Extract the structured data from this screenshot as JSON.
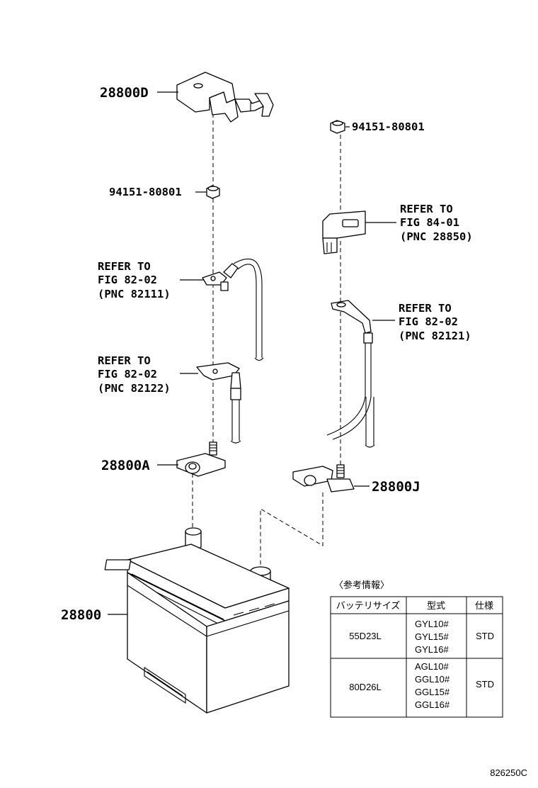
{
  "labels": {
    "cover": "28800D",
    "nut_left": "94151-80801",
    "nut_right": "94151-80801",
    "clamp_a": "28800A",
    "clamp_j": "28800J",
    "battery": "28800"
  },
  "refs": {
    "fig_84_01": [
      "REFER TO",
      "FIG 84-01",
      "(PNC 28850)"
    ],
    "fig_82_02_a": [
      "REFER TO",
      "FIG 82-02",
      "(PNC 82111)"
    ],
    "fig_82_02_b": [
      "REFER TO",
      "FIG 82-02",
      "(PNC 82121)"
    ],
    "fig_82_02_c": [
      "REFER TO",
      "FIG 82-02",
      "(PNC 82122)"
    ]
  },
  "ref_table": {
    "caption": "〈参考情報〉",
    "headers": [
      "バッテリサイズ",
      "型式",
      "仕様"
    ],
    "rows": [
      {
        "size": "55D23L",
        "models": [
          "GYL10#",
          "GYL15#",
          "GYL16#"
        ],
        "spec": "STD"
      },
      {
        "size": "80D26L",
        "models": [
          "AGL10#",
          "GGL10#",
          "GGL15#",
          "GGL16#"
        ],
        "spec": "STD"
      }
    ]
  },
  "footer_code": "826250C"
}
